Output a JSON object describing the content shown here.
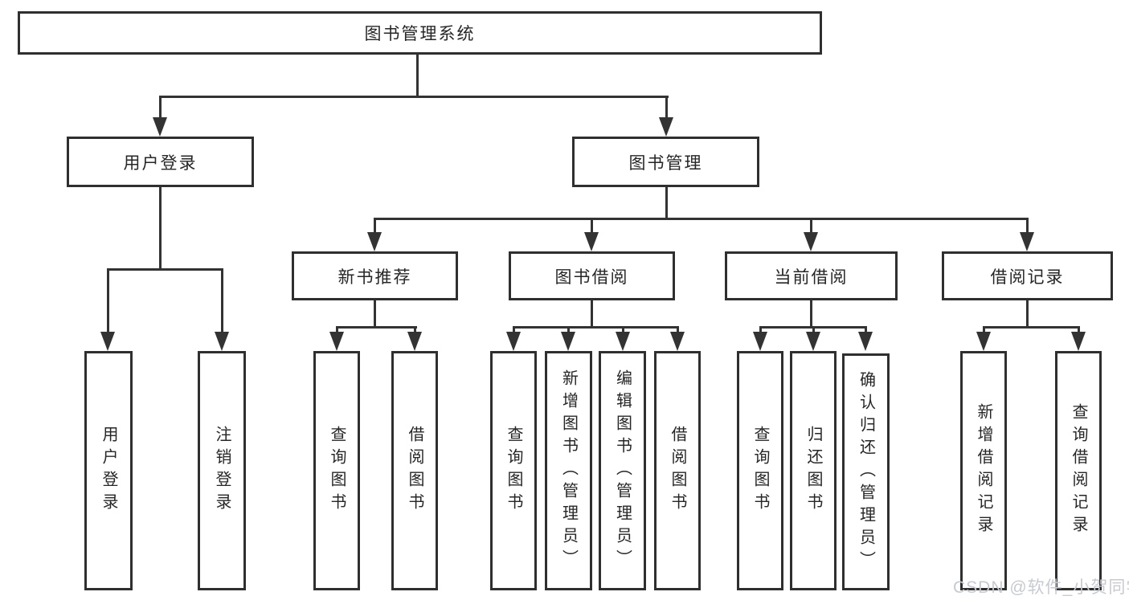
{
  "diagram": {
    "root": {
      "label": "图书管理系统"
    },
    "branches": [
      {
        "label": "用户登录",
        "leaves": [
          {
            "label": "用户登录"
          },
          {
            "label": "注销登录"
          }
        ]
      },
      {
        "label": "图书管理",
        "sections": [
          {
            "label": "新书推荐",
            "leaves": [
              {
                "label": "查询图书"
              },
              {
                "label": "借阅图书"
              }
            ]
          },
          {
            "label": "图书借阅",
            "leaves": [
              {
                "label": "查询图书"
              },
              {
                "label": "新增图书（管理员）"
              },
              {
                "label": "编辑图书（管理员）"
              },
              {
                "label": "借阅图书"
              }
            ]
          },
          {
            "label": "当前借阅",
            "leaves": [
              {
                "label": "查询图书"
              },
              {
                "label": "归还图书"
              },
              {
                "label": "确认归还（管理员）"
              }
            ]
          },
          {
            "label": "借阅记录",
            "leaves": [
              {
                "label": "新增借阅记录"
              },
              {
                "label": "查询借阅记录"
              }
            ]
          }
        ]
      }
    ]
  },
  "watermark": {
    "text": "CSDN @软件_小贺同学"
  },
  "colors": {
    "line": "#333333",
    "box_background": "#ffffff",
    "text": "#262626",
    "watermark": "#c6cbd1"
  }
}
